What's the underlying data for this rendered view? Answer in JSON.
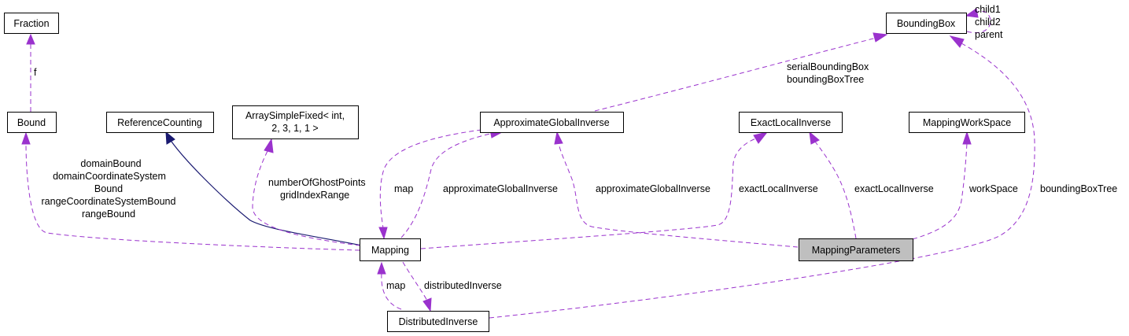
{
  "nodes": {
    "fraction": "Fraction",
    "bound": "Bound",
    "reference_counting": "ReferenceCounting",
    "array_simple_fixed_line1": "ArraySimpleFixed< int,",
    "array_simple_fixed_line2": "2, 3, 1, 1 >",
    "approximate_global_inverse": "ApproximateGlobalInverse",
    "exact_local_inverse": "ExactLocalInverse",
    "mapping_work_space": "MappingWorkSpace",
    "bounding_box": "BoundingBox",
    "mapping": "Mapping",
    "mapping_parameters": "MappingParameters",
    "distributed_inverse": "DistributedInverse"
  },
  "edge_labels": {
    "f": "f",
    "child1": "child1",
    "child2": "child2",
    "parent": "parent",
    "serial_bounding_box": "serialBoundingBox",
    "bounding_box_tree_top": "boundingBoxTree",
    "bound_labels": [
      "domainBound",
      "domainCoordinateSystem",
      "Bound",
      "rangeCoordinateSystemBound",
      "rangeBound"
    ],
    "number_of_ghost_points": "numberOfGhostPoints",
    "grid_index_range": "gridIndexRange",
    "map_upper": "map",
    "approx_global_inverse_left": "approximateGlobalInverse",
    "approx_global_inverse_right": "approximateGlobalInverse",
    "exact_local_inverse_left": "exactLocalInverse",
    "exact_local_inverse_right": "exactLocalInverse",
    "work_space": "workSpace",
    "bounding_box_tree_right": "boundingBoxTree",
    "map_lower": "map",
    "distributed_inverse": "distributedInverse"
  },
  "colors": {
    "member_edge": "#9a32cd",
    "inheritance_edge": "#191970",
    "highlight_fill": "#bfbfbf",
    "node_border": "#000000"
  }
}
